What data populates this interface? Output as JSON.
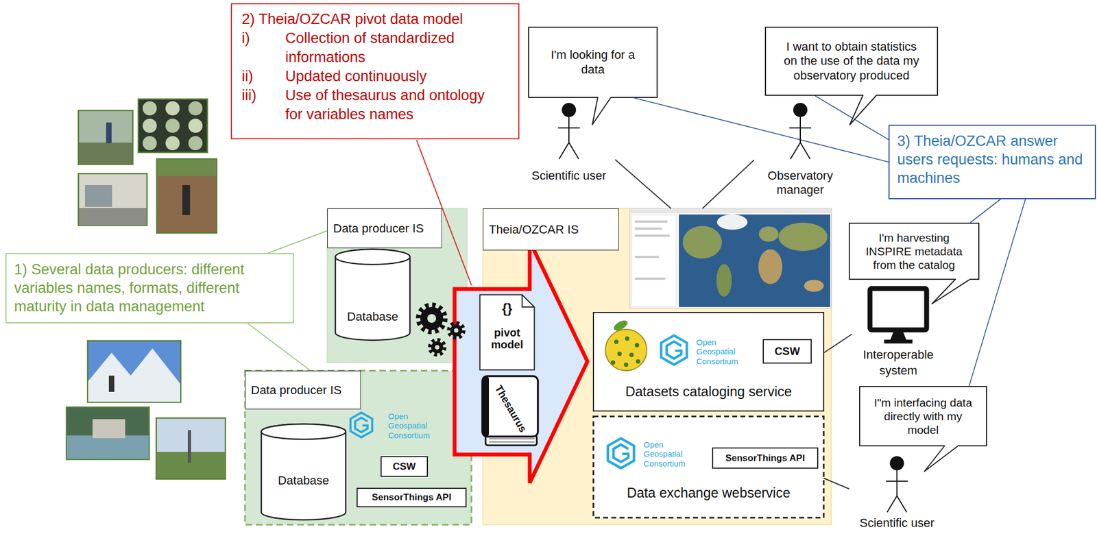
{
  "diagram": {
    "nodes": [
      {
        "text": [
          "2) Theia/OZCAR pivot data model",
          "i)",
          "Collection of standardized informations",
          "ii)",
          "Updated continuously",
          "iii)",
          "Use of thesaurus and ontology for variables names"
        ]
      },
      {
        "text": [
          "I'm looking for a data"
        ]
      },
      {
        "text": [
          "I want to obtain statistics on the use of the data my observatory produced"
        ]
      },
      {
        "text": [
          "Scientific user"
        ]
      },
      {
        "text": [
          "Observatory manager"
        ]
      },
      {
        "text": [
          "3) Theia/OZCAR answer users requests: humans and machines"
        ]
      },
      {
        "text": [
          "1) Several data producers: different variables names, formats, different maturity in data management"
        ]
      },
      {
        "text": [
          "Data producer IS"
        ]
      },
      {
        "text": [
          "Database"
        ],
        "in": 7
      },
      {
        "text": [
          "Theia/OZCAR IS"
        ]
      },
      {
        "text": [
          "Datasets cataloging service"
        ],
        "in": 9
      },
      {
        "text": [
          "CSW"
        ],
        "in": 10
      },
      {
        "text": [
          "Data exchange webservice"
        ],
        "in": 9
      },
      {
        "text": [
          "SensorThings API"
        ],
        "in": 12
      },
      {
        "text": [
          "{}",
          "pivot model"
        ]
      },
      {
        "text": [
          "Thesaurus"
        ]
      },
      {
        "text": [
          "I'm harvesting INSPIRE metadata from the catalog"
        ]
      },
      {
        "text": [
          "Interoperable system"
        ]
      },
      {
        "text": [
          "I\"m interfacing data directly with my model"
        ]
      },
      {
        "text": [
          "Data producer IS"
        ]
      },
      {
        "text": [
          "Database"
        ],
        "in": 19
      },
      {
        "text": [
          "CSW"
        ],
        "in": 19
      },
      {
        "text": [
          "SensorThings API"
        ],
        "in": 19
      },
      {
        "text": [
          "Scientific user"
        ]
      }
    ],
    "edges": [
      {
        "from": 3,
        "to": 9,
        "arrow": "none"
      },
      {
        "from": 4,
        "to": 9,
        "arrow": "none"
      },
      {
        "from": 17,
        "to": 10,
        "arrow": "none"
      },
      {
        "from": 23,
        "to": 12,
        "arrow": "none"
      },
      {
        "from": 5,
        "to": 1,
        "arrow": "none"
      },
      {
        "from": 5,
        "to": 2,
        "arrow": "none"
      },
      {
        "from": 5,
        "to": 16,
        "arrow": "none"
      },
      {
        "from": 5,
        "to": 18,
        "arrow": "none"
      },
      {
        "from": 6,
        "to": 7,
        "arrow": "none"
      },
      {
        "from": 6,
        "to": 19,
        "arrow": "none"
      }
    ],
    "labels": [
      "Open Geospatial Consortium",
      "Open Geospatial Consortium",
      "Open Geospatial Consortium"
    ]
  }
}
